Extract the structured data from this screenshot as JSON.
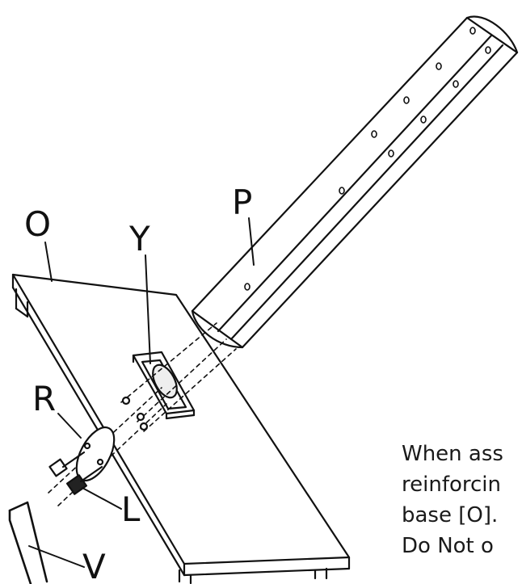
{
  "labels": {
    "p": "P",
    "y": "Y",
    "o": "O",
    "r": "R",
    "l": "L",
    "v": "V"
  },
  "instructions": {
    "line1": "When ass",
    "line2": "reinforcin",
    "line3": "base [O].",
    "line4": "Do Not o"
  },
  "colors": {
    "ink": "#111111",
    "background": "#ffffff"
  }
}
